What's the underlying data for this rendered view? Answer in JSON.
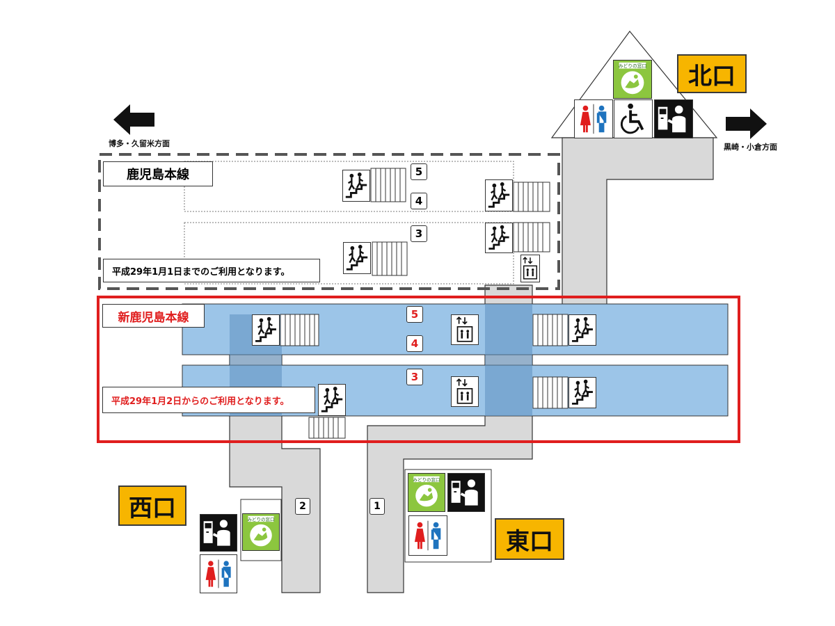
{
  "directions": {
    "west": "博多・久留米方面",
    "east": "黒崎・小倉方面"
  },
  "exits": {
    "north": "北口",
    "west": "西口",
    "east": "東口",
    "exit1": "1",
    "exit2": "2"
  },
  "old_line": {
    "name": "鹿児島本線",
    "notice": "平成29年1月1日までのご利用となります。",
    "platforms": [
      "5",
      "4",
      "3"
    ]
  },
  "new_line": {
    "name": "新鹿児島本線",
    "notice": "平成29年1月2日からのご利用となります。",
    "platforms": [
      "5",
      "4",
      "3"
    ]
  },
  "icon_text": {
    "midori": "みどりの窓口"
  },
  "colors": {
    "exit_sign": "#f7b500",
    "new_platform": "#9cc5e8",
    "corridor": "#d9d9d9",
    "new_frame": "#e01e1e",
    "midori": "#8cc63f"
  }
}
